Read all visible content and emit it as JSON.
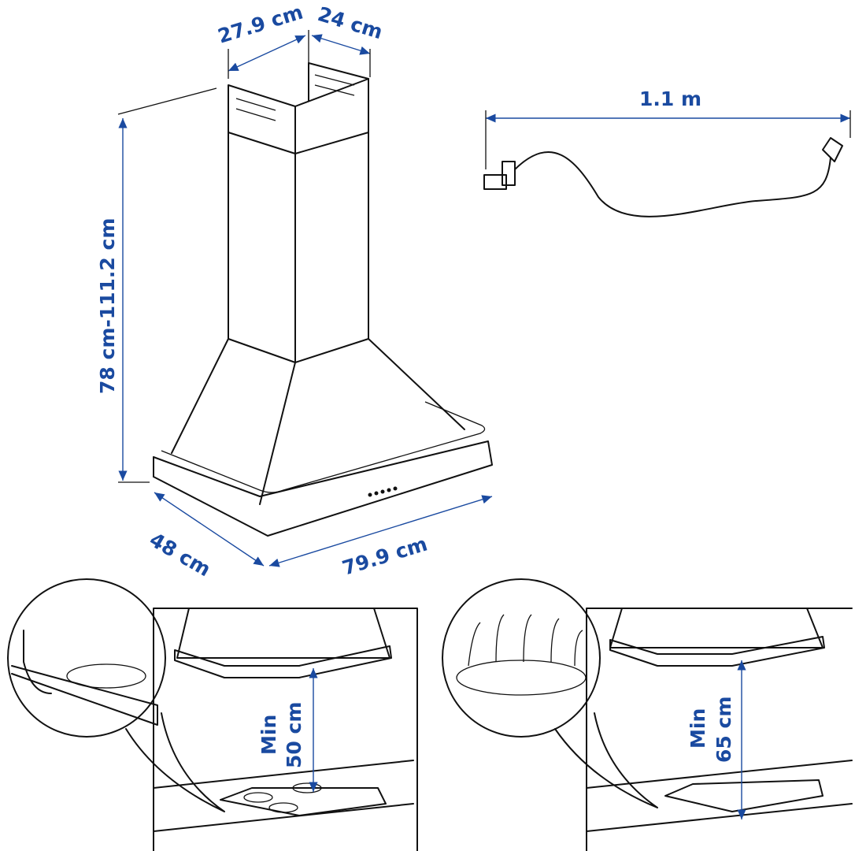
{
  "colors": {
    "dimension": "#1a4aa0",
    "line": "#111111"
  },
  "dimensions": {
    "chimney_width": "27.9 cm",
    "chimney_depth": "24 cm",
    "cord_length": "1.1 m",
    "height_range": "78 cm-111.2 cm",
    "hood_depth": "48 cm",
    "hood_width": "79.9 cm"
  },
  "installation": {
    "electric_hob": {
      "line1": "Min",
      "line2": "50 cm"
    },
    "gas_hob": {
      "line1": "Min",
      "line2": "65 cm"
    }
  }
}
